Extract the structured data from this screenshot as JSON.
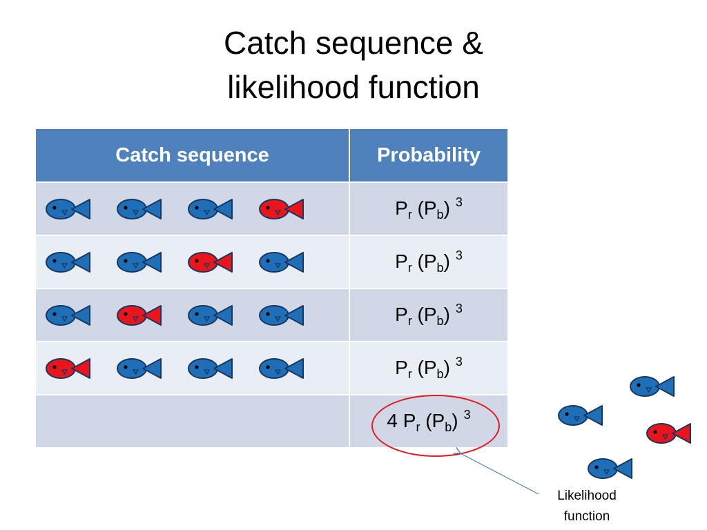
{
  "title": {
    "line1": "Catch sequence &",
    "line2": "likelihood function"
  },
  "table": {
    "headers": {
      "sequence": "Catch sequence",
      "probability": "Probability"
    },
    "rows": [
      {
        "fish": [
          "blue",
          "blue",
          "blue",
          "red"
        ],
        "prob": {
          "a": "P",
          "a_sub": "r",
          "mid": "(P",
          "b_sub": "b",
          "close": ")",
          "exp": "3"
        }
      },
      {
        "fish": [
          "blue",
          "blue",
          "red",
          "blue"
        ],
        "prob": {
          "a": "P",
          "a_sub": "r",
          "mid": "(P",
          "b_sub": "b",
          "close": ")",
          "exp": "3"
        }
      },
      {
        "fish": [
          "blue",
          "red",
          "blue",
          "blue"
        ],
        "prob": {
          "a": "P",
          "a_sub": "r",
          "mid": "(P",
          "b_sub": "b",
          "close": ")",
          "exp": "3"
        }
      },
      {
        "fish": [
          "red",
          "blue",
          "blue",
          "blue"
        ],
        "prob": {
          "a": "P",
          "a_sub": "r",
          "mid": "(P",
          "b_sub": "b",
          "close": ")",
          "exp": "3"
        }
      }
    ],
    "total": {
      "coef": "4",
      "a": "P",
      "a_sub": "r",
      "mid": "(P",
      "b_sub": "b",
      "close": ")",
      "exp": "3"
    }
  },
  "callout": {
    "line1": "Likelihood",
    "line2": "function"
  },
  "loose_fish": [
    "blue",
    "blue",
    "red",
    "blue"
  ],
  "colors": {
    "blue_fish": "#1f6fb8",
    "blue_fish_outline": "#17375e",
    "red_fish": "#e8151d",
    "header_bg": "#4f81bd",
    "row_odd": "#d0d8e8",
    "row_even": "#e9edf4",
    "ellipse": "#e8151d",
    "arrow": "#4f81bd"
  }
}
